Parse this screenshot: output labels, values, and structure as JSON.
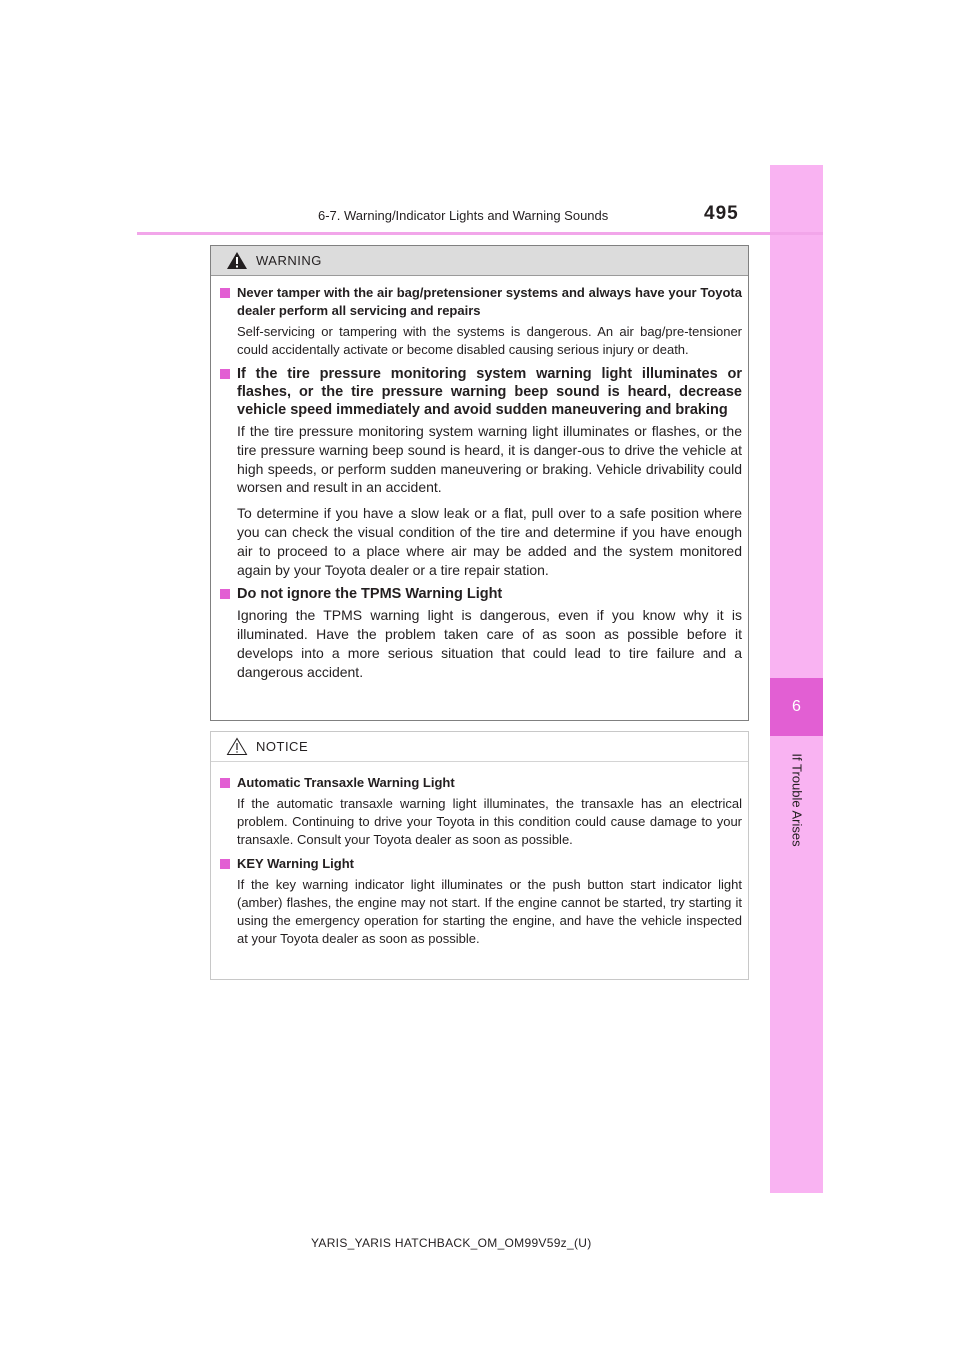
{
  "header": {
    "section_title": "6-7. Warning/Indicator Lights and Warning Sounds",
    "page_number": "495"
  },
  "side_tab": {
    "chapter_number": "6",
    "chapter_label": "If Trouble Arises"
  },
  "warning_box": {
    "heading": "WARNING",
    "items": [
      {
        "title": "Never tamper with the air bag/pretensioner systems and always have your Toyota dealer perform all servicing and repairs",
        "paragraphs": [
          "Self-servicing or tampering with the systems is dangerous. An air bag/pre-tensioner could accidentally activate or become disabled causing serious injury or death."
        ]
      },
      {
        "title": "If the tire pressure monitoring system warning light illuminates or flashes, or the tire pressure warning beep sound is heard, decrease vehicle speed immediately and avoid sudden maneuvering and braking",
        "paragraphs": [
          "If the tire pressure monitoring system warning light illuminates or flashes, or the tire pressure warning beep sound is heard, it is danger-ous to drive the vehicle at high speeds, or perform sudden maneuvering or braking. Vehicle drivability could worsen and result in an accident.",
          "To determine if you have a slow leak or a flat, pull over to a safe position where you can check the visual condition of the tire and determine if you have enough air to proceed to a place where air may be added and the system monitored again by your Toyota dealer or a tire repair station."
        ]
      },
      {
        "title": "Do not ignore the TPMS Warning Light",
        "paragraphs": [
          "Ignoring the TPMS warning light is dangerous, even if you know why it is illuminated. Have the problem taken care of as soon as possible before it develops into a more serious situation that could lead to tire failure and a dangerous accident."
        ]
      }
    ]
  },
  "notice_box": {
    "heading": "NOTICE",
    "items": [
      {
        "title": "Automatic Transaxle Warning Light",
        "paragraphs": [
          "If the automatic transaxle warning light illuminates, the transaxle has an electrical problem. Continuing to drive your Toyota in this condition could cause damage to your transaxle. Consult your Toyota dealer as soon as possible."
        ]
      },
      {
        "title": "KEY Warning Light",
        "paragraphs": [
          "If the key warning indicator light illuminates or the push button start indicator light (amber) flashes, the engine may not start. If the engine cannot be started, try starting it using the emergency operation for starting the engine, and have the vehicle inspected at your Toyota dealer as soon as possible."
        ]
      }
    ]
  },
  "footer": {
    "document_code": "YARIS_YARIS HATCHBACK_OM_OM99V59z_(U)"
  },
  "colors": {
    "accent_pink": "#e25fd3",
    "side_tab_pink": "#f9b3f2",
    "rule_pink": "#f2a6ea",
    "warning_header_gray": "#dcdcdc"
  }
}
